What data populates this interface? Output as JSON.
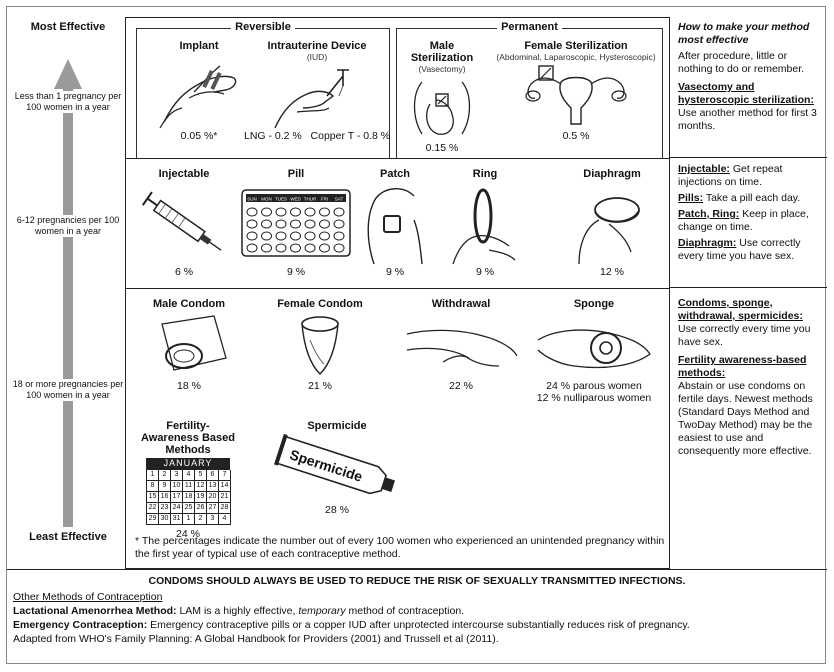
{
  "axis": {
    "top": "Most Effective",
    "bottom": "Least Effective",
    "tier1": "Less than 1 pregnancy per 100 women in a year",
    "tier2": "6-12 pregnancies per 100 women in a year",
    "tier3": "18 or more pregnancies per 100 women in a year"
  },
  "groups": {
    "reversible": "Reversible",
    "permanent": "Permanent"
  },
  "tier1": [
    {
      "name": "Implant",
      "sub": "",
      "pct": "0.05 %*"
    },
    {
      "name": "Intrauterine Device",
      "sub": "(IUD)",
      "pct": "LNG - 0.2 %   Copper T - 0.8 %"
    },
    {
      "name": "Male Sterilization",
      "sub": "(Vasectomy)",
      "pct": "0.15 %"
    },
    {
      "name": "Female Sterilization",
      "sub": "(Abdominal, Laparoscopic, Hysteroscopic)",
      "pct": "0.5 %"
    }
  ],
  "tier2": [
    {
      "name": "Injectable",
      "pct": "6 %"
    },
    {
      "name": "Pill",
      "pct": "9 %"
    },
    {
      "name": "Patch",
      "pct": "9 %"
    },
    {
      "name": "Ring",
      "pct": "9 %"
    },
    {
      "name": "Diaphragm",
      "pct": "12 %"
    }
  ],
  "tier3": [
    {
      "name": "Male Condom",
      "pct": "18 %"
    },
    {
      "name": "Female Condom",
      "pct": "21 %"
    },
    {
      "name": "Withdrawal",
      "pct": "22 %"
    },
    {
      "name": "Sponge",
      "pct": "24 % parous women",
      "pct2": "12 % nulliparous women"
    },
    {
      "name": "Fertility-Awareness Based Methods",
      "pct": "24 %"
    },
    {
      "name": "Spermicide",
      "pct": "28 %"
    }
  ],
  "pill_days": [
    "SUN",
    "MON",
    "TUES",
    "WED",
    "THUR",
    "FRI",
    "SAT"
  ],
  "calendar": {
    "month": "JANUARY",
    "cells": [
      "1",
      "2",
      "3",
      "4",
      "5",
      "6",
      "7",
      "8",
      "9",
      "10",
      "11",
      "12",
      "13",
      "14",
      "15",
      "16",
      "17",
      "18",
      "19",
      "20",
      "21",
      "22",
      "23",
      "24",
      "25",
      "26",
      "27",
      "28",
      "29",
      "30",
      "31",
      "1",
      "2",
      "3",
      "4"
    ]
  },
  "tube_label": "Spermicide",
  "footnote": "* The percentages indicate the number out of every 100 women who experienced an unintended pregnancy within the first year of typical use of each contraceptive method.",
  "side": {
    "title": "How to make your method most effective",
    "t1_body": "After procedure, little or nothing to do or remember.",
    "t1_h": "Vasectomy and hysteroscopic sterilization:",
    "t1_b2": "Use another method for first 3 months.",
    "inj_h": "Injectable:",
    "inj_b": "Get repeat injections on time.",
    "pills_h": "Pills:",
    "pills_b": "Take a pill each day.",
    "pr_h": "Patch, Ring:",
    "pr_b": "Keep in place, change on time.",
    "dia_h": "Diaphragm:",
    "dia_b": "Use correctly every time you have sex.",
    "t3_h": "Condoms, sponge, withdrawal, spermicides:",
    "t3_b": "Use correctly every time you have sex.",
    "fab_h": "Fertility awareness-based methods:",
    "fab_b": "Abstain or use condoms on fertile days. Newest methods (Standard Days Method and TwoDay Method) may be the easiest to use and consequently more effective."
  },
  "footer": {
    "warning": "CONDOMS SHOULD ALWAYS BE USED TO REDUCE THE RISK OF SEXUALLY TRANSMITTED INFECTIONS.",
    "other": "Other Methods of Contraception",
    "lam_h": "Lactational Amenorrhea Method:",
    "lam_b1": "LAM is a highly effective,",
    "lam_i": "temporary",
    "lam_b2": "method of contraception.",
    "ec_h": "Emergency Contraception:",
    "ec_b": "Emergency contraceptive pills or a copper IUD after unprotected intercourse substantially reduces risk  of pregnancy.",
    "source": "Adapted from WHO's Family Planning: A Global Handbook for Providers (2001) and Trussell et al (2011)."
  }
}
